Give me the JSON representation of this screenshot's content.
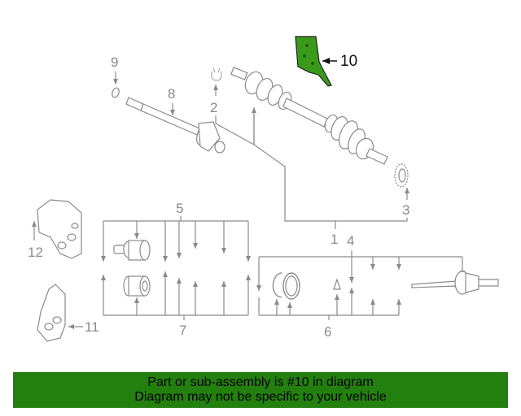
{
  "callouts": {
    "c1": "1",
    "c2": "2",
    "c3": "3",
    "c4": "4",
    "c5": "5",
    "c6": "6",
    "c7": "7",
    "c8": "8",
    "c9": "9",
    "c10": "10",
    "c11": "11",
    "c12": "12"
  },
  "highlight_color": "#3a9a1a",
  "banner": {
    "line1": "Part or sub-assembly is #10 in diagram",
    "line2": "Diagram may not be specific to your vehicle",
    "background": "#23800f"
  }
}
